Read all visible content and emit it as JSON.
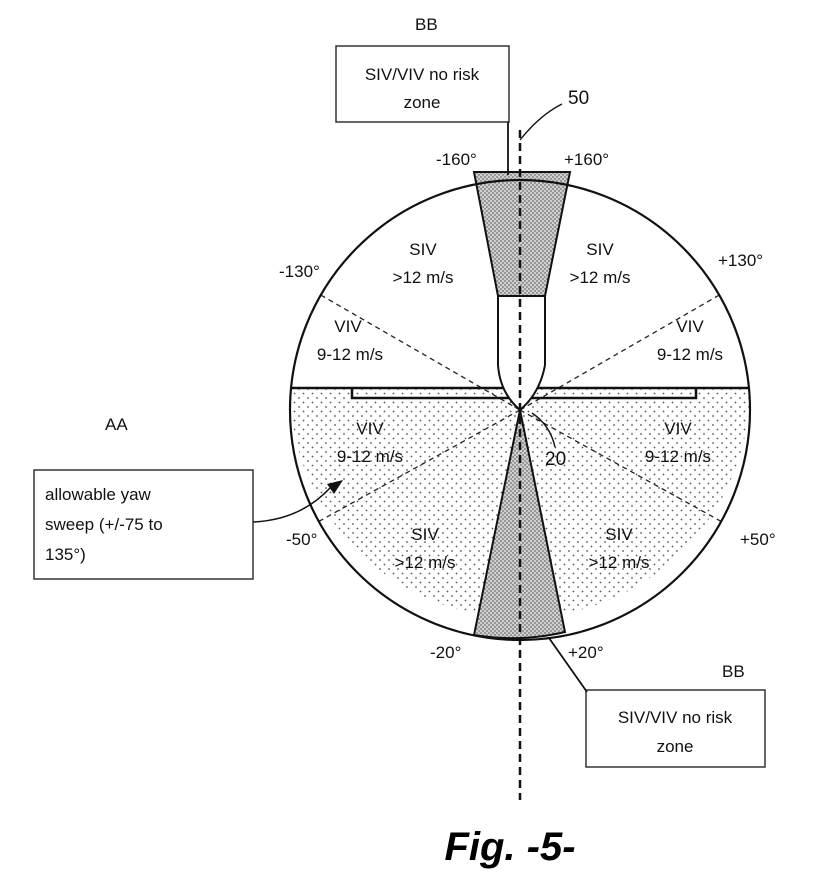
{
  "labels": {
    "bb_top": "BB",
    "bb_bottom": "BB",
    "aa": "AA",
    "ref_50": "50",
    "ref_20": "20",
    "fig_title": "Fig. -5-"
  },
  "boxes": {
    "top": {
      "line1": "SIV/VIV no risk",
      "line2": "zone"
    },
    "bottom": {
      "line1": "SIV/VIV no risk",
      "line2": "zone"
    },
    "yaw": {
      "line1": "allowable yaw",
      "line2": "sweep (+/-75 to",
      "line3": "135°)"
    }
  },
  "angles": {
    "neg160": "-160°",
    "pos160": "+160°",
    "neg130": "-130°",
    "pos130": "+130°",
    "neg50": "-50°",
    "pos50": "+50°",
    "neg20": "-20°",
    "pos20": "+20°"
  },
  "sectors": {
    "siv_upper_left": {
      "name": "SIV",
      "speed": ">12 m/s"
    },
    "siv_upper_right": {
      "name": "SIV",
      "speed": ">12 m/s"
    },
    "viv_upper_left": {
      "name": "VIV",
      "speed": "9-12 m/s"
    },
    "viv_upper_right": {
      "name": "VIV",
      "speed": "9-12 m/s"
    },
    "viv_lower_left": {
      "name": "VIV",
      "speed": "9-12 m/s"
    },
    "viv_lower_right": {
      "name": "VIV",
      "speed": "9-12 m/s"
    },
    "siv_lower_left": {
      "name": "SIV",
      "speed": ">12 m/s"
    },
    "siv_lower_right": {
      "name": "SIV",
      "speed": ">12 m/s"
    }
  }
}
